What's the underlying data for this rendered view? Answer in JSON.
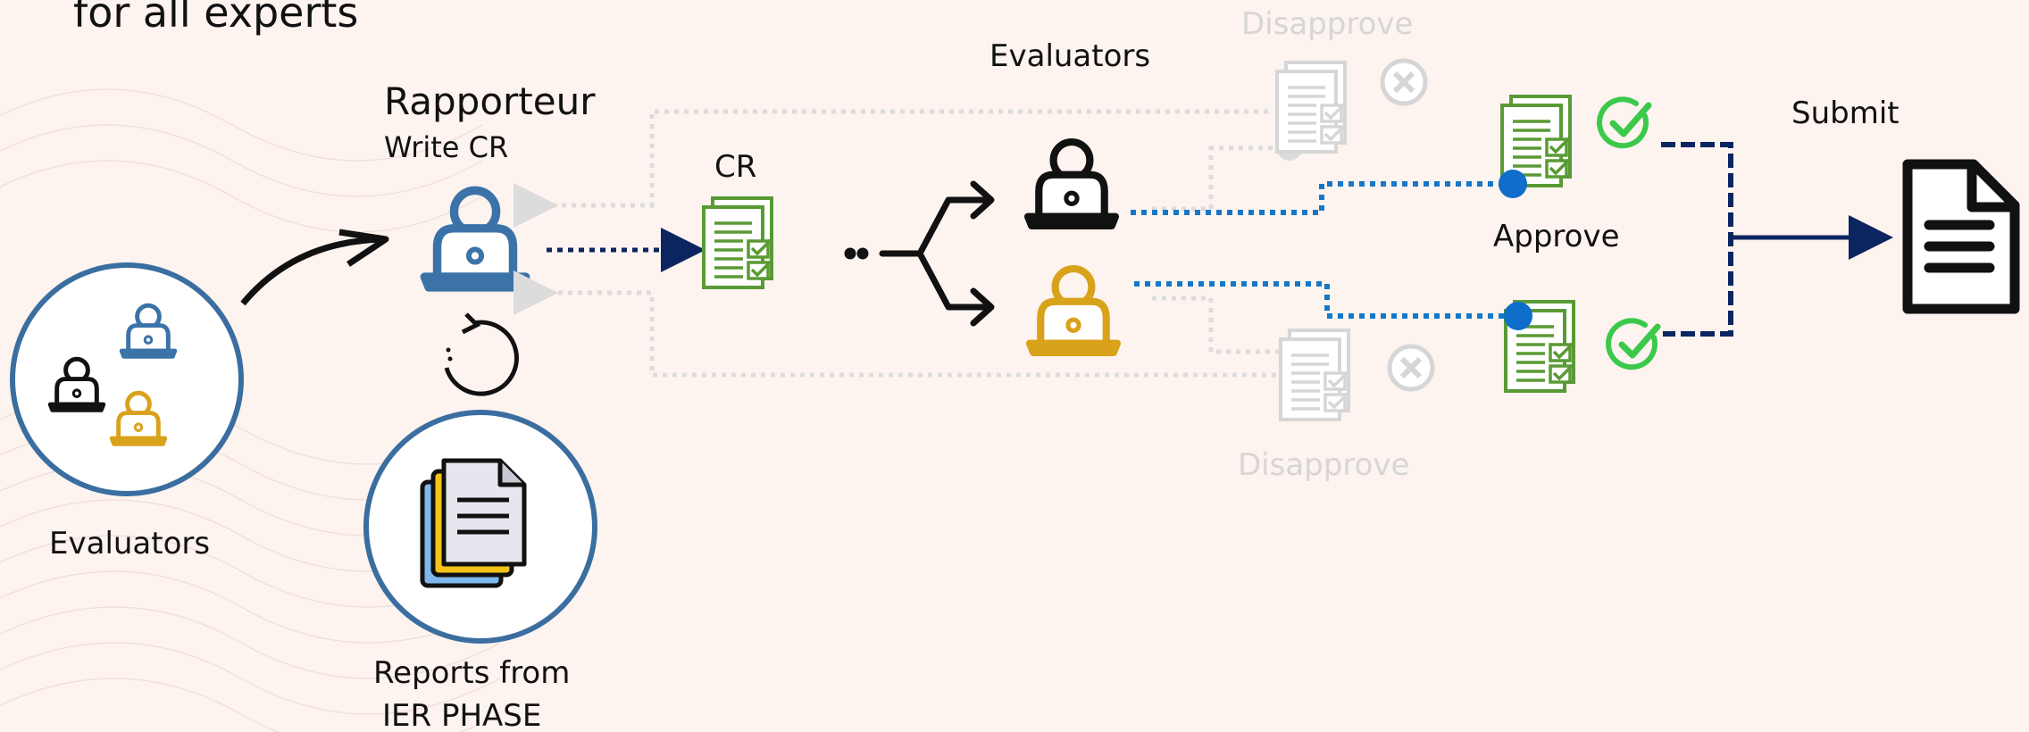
{
  "heading": "for all experts",
  "evaluators_group_label": "Evaluators",
  "rapporteur": {
    "title": "Rapporteur",
    "subtitle": "Write CR"
  },
  "reports": {
    "line1": "Reports from",
    "line2": "IER PHASE"
  },
  "cr_label": "CR",
  "evaluators_label": "Evaluators",
  "disapprove_top": "Disapprove",
  "disapprove_bottom": "Disapprove",
  "approve_label": "Approve",
  "submit_label": "Submit",
  "colors": {
    "black_person": "#111111",
    "blue_person": "#3b73a8",
    "gold_person": "#d9a21b",
    "green_doc": "#5a9a35",
    "check_green": "#3cc94b",
    "dotted_blue": "#1677c7",
    "navy": "#0b2560",
    "faded": "#d6d6d6"
  },
  "icons": [
    "laptop-person-icon",
    "document-icon",
    "check-circle-icon",
    "x-circle-icon",
    "refresh-icon",
    "fork-arrow-icon",
    "file-icon"
  ]
}
